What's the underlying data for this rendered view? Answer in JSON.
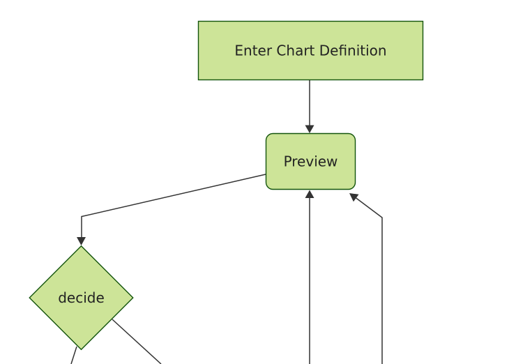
{
  "diagram": {
    "type": "flowchart",
    "direction": "top-down",
    "colors": {
      "background": "#ffffff",
      "node_fill": "#cde498",
      "node_border": "#13540c",
      "edge_stroke": "#333333",
      "arrowhead": "#333333",
      "label_text": "#222222"
    },
    "nodes": {
      "enter_chart_definition": {
        "label": "Enter Chart Definition",
        "shape": "rectangle"
      },
      "preview": {
        "label": "Preview",
        "shape": "rounded-rectangle"
      },
      "decide": {
        "label": "decide",
        "shape": "diamond"
      }
    },
    "edges": [
      {
        "from": "Enter Chart Definition",
        "to": "Preview",
        "arrowhead": true
      },
      {
        "from": "Preview",
        "to": "decide",
        "arrowhead": true
      },
      {
        "from": "decide",
        "to": "(below view, left)",
        "arrowhead": false
      },
      {
        "from": "decide",
        "to": "(below view, right)",
        "arrowhead": false
      },
      {
        "from": "(below view, center)",
        "to": "Preview",
        "arrowhead": true
      },
      {
        "from": "(below view, right)",
        "to": "Preview",
        "arrowhead": true
      }
    ]
  }
}
